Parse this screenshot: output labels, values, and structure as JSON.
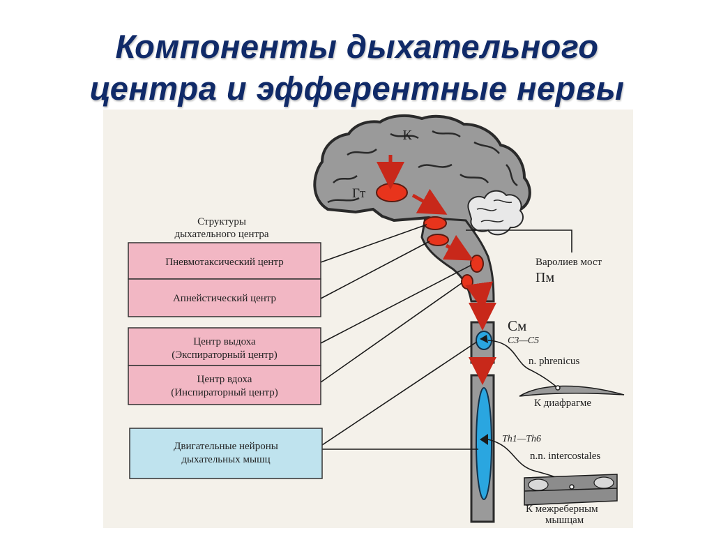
{
  "title": {
    "line1": "Компоненты дыхательного",
    "line2": "центра и эфферентные нервы"
  },
  "labels": {
    "brain_cortex": "К",
    "hypothalamus": "Гт",
    "structures_header_1": "Структуры",
    "structures_header_2": "дыхательного центра",
    "pons": "Варолиев мост",
    "pons_abbr": "Пм",
    "spinal_cord": "См",
    "cervical_segments": "С3—С5",
    "phrenic_nerve": "n. phrenicus",
    "to_diaphragm": "К диафрагме",
    "thoracic_segments": "Th1—Th6",
    "intercostal_nerves": "n.n. intercostales",
    "to_intercostal_1": "К межреберным",
    "to_intercostal_2": "мышцам"
  },
  "boxes": {
    "pneumotaxic": "Пневмотаксический центр",
    "apneustic": "Апнейстический центр",
    "expiration_1": "Центр выдоха",
    "expiration_2": "(Экспираторный центр)",
    "inspiration_1": "Центр вдоха",
    "inspiration_2": "(Инспираторный центр)",
    "motor_1": "Двигательные нейроны",
    "motor_2": "дыхательных мышц"
  },
  "colors": {
    "title": "#102a68",
    "pink_box": "#f2b7c4",
    "blue_box": "#bfe3ee",
    "brain_gray": "#9a9a9a",
    "center_red": "#e8341c",
    "arrow_red": "#c8281a",
    "neuron_blue": "#2aa6e0"
  }
}
